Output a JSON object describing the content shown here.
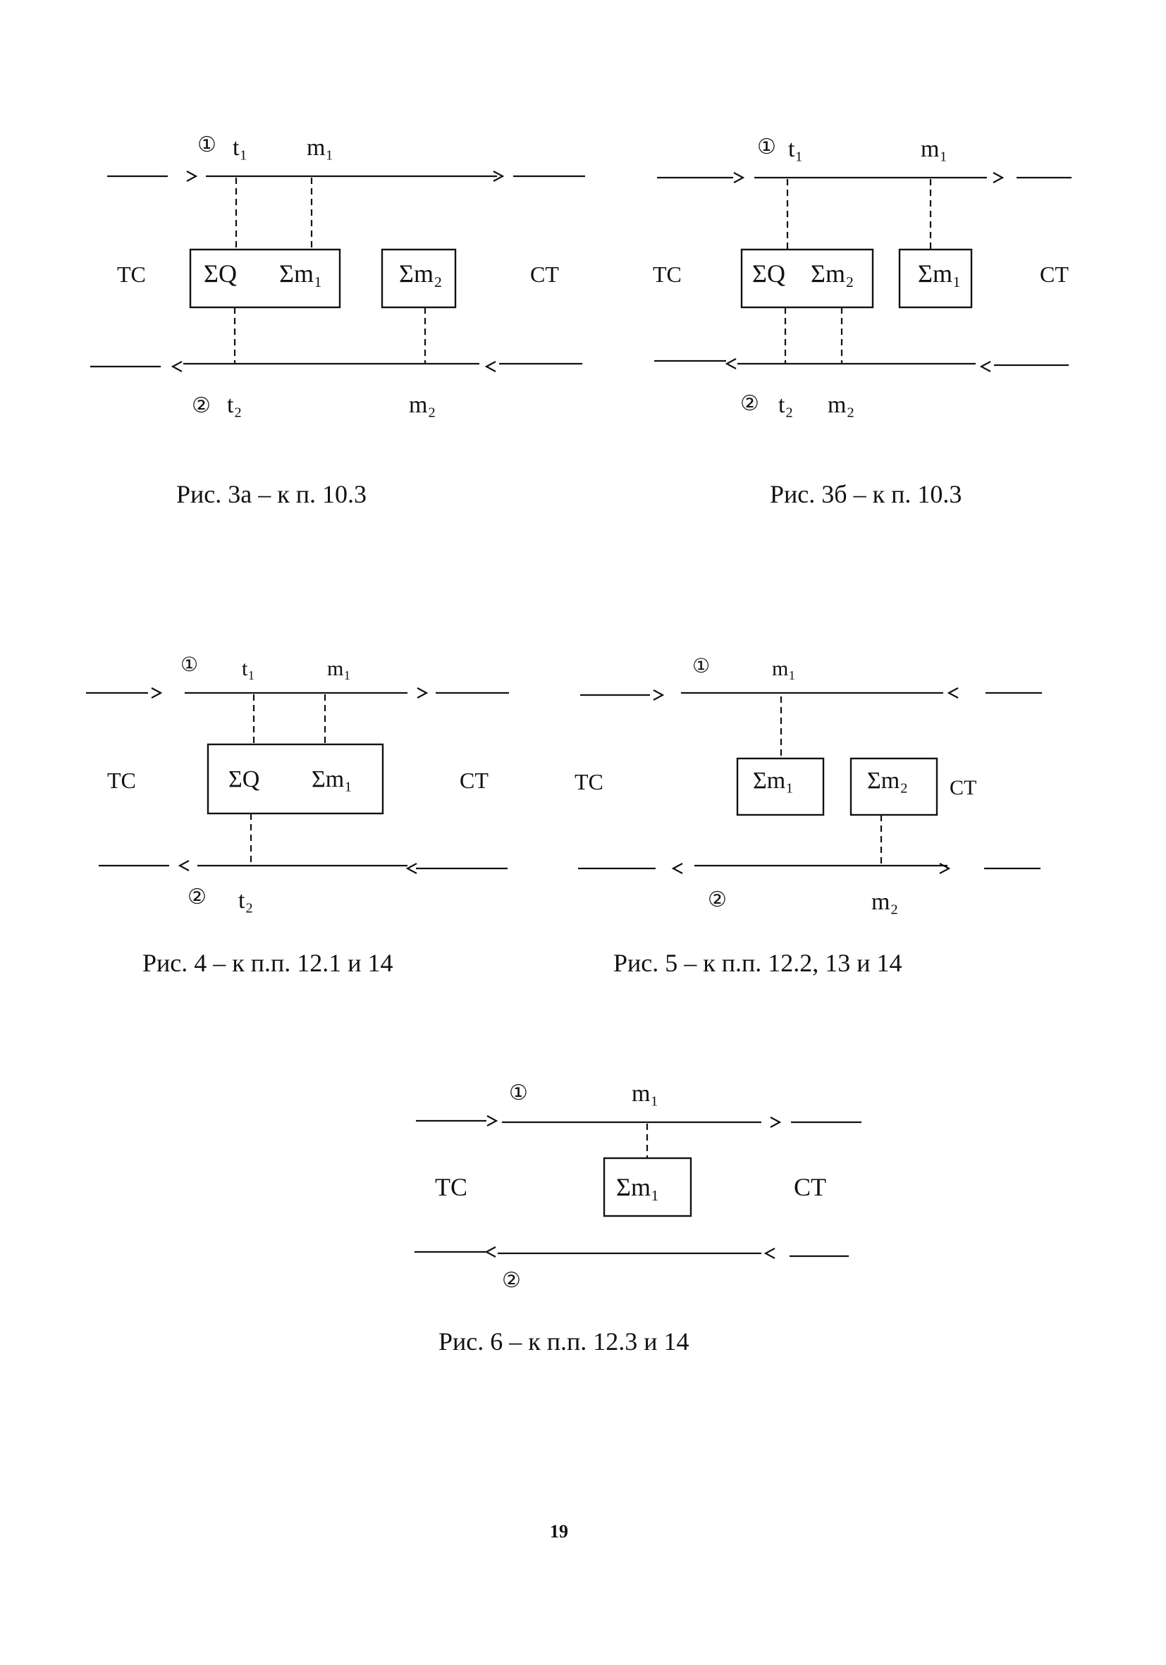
{
  "colors": {
    "ink": "#111111",
    "paper": "#ffffff"
  },
  "figures": [
    {
      "id": "fig3a",
      "caption": "Рис. 3а – к п. 10.3",
      "left_label": "ТС",
      "right_label": "СТ",
      "top_line": {
        "number": "①",
        "labels": [
          "t₁",
          "m₁"
        ]
      },
      "bottom_line": {
        "number": "②",
        "labels": [
          "t₂",
          "m₂"
        ]
      },
      "boxes": [
        {
          "labels": [
            "ΣQ",
            "Σm₁"
          ]
        },
        {
          "labels": [
            "Σm₂"
          ]
        }
      ]
    },
    {
      "id": "fig3b",
      "caption": "Рис. 3б – к п. 10.3",
      "left_label": "ТС",
      "right_label": "СТ",
      "top_line": {
        "number": "①",
        "labels": [
          "t₁",
          "m₁"
        ]
      },
      "bottom_line": {
        "number": "②",
        "labels": [
          "t₂",
          "m₂"
        ]
      },
      "boxes": [
        {
          "labels": [
            "ΣQ",
            "Σm₂"
          ]
        },
        {
          "labels": [
            "Σm₁"
          ]
        }
      ]
    },
    {
      "id": "fig4",
      "caption": "Рис. 4 – к п.п. 12.1 и 14",
      "left_label": "ТС",
      "right_label": "СТ",
      "top_line": {
        "number": "①",
        "labels": [
          "t₁",
          "m₁"
        ]
      },
      "bottom_line": {
        "number": "②",
        "labels": [
          "t₂"
        ]
      },
      "boxes": [
        {
          "labels": [
            "ΣQ",
            "Σm₁"
          ]
        }
      ]
    },
    {
      "id": "fig5",
      "caption": "Рис. 5 – к п.п. 12.2, 13 и 14",
      "left_label": "ТС",
      "right_label": "СТ",
      "top_line": {
        "number": "①",
        "labels": [
          "m₁"
        ]
      },
      "bottom_line": {
        "number": "②",
        "labels": [
          "m₂"
        ]
      },
      "boxes": [
        {
          "labels": [
            "Σm₁"
          ]
        },
        {
          "labels": [
            "Σm₂"
          ]
        }
      ]
    },
    {
      "id": "fig6",
      "caption": "Рис. 6 – к п.п. 12.3  и 14",
      "left_label": "ТС",
      "right_label": "СТ",
      "top_line": {
        "number": "①",
        "labels": [
          "m₁"
        ]
      },
      "bottom_line": {
        "number": "②",
        "labels": []
      },
      "boxes": [
        {
          "labels": [
            "Σm₁"
          ]
        }
      ]
    }
  ],
  "page_number": "19"
}
